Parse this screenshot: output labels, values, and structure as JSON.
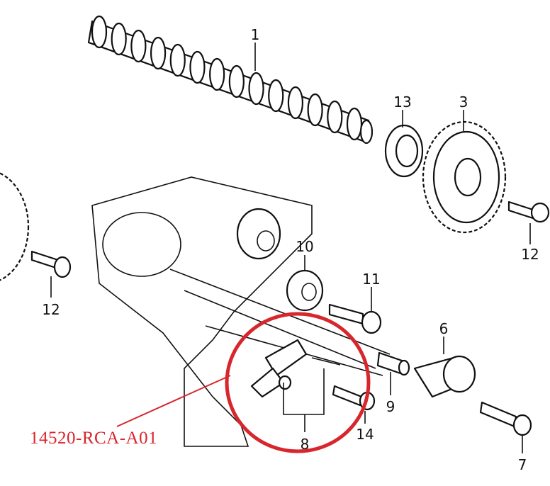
{
  "diagram": {
    "callouts": {
      "c1": "1",
      "c3": "3",
      "c6": "6",
      "c7": "7",
      "c8": "8",
      "c9": "9",
      "c10": "10",
      "c11": "11",
      "c12a": "12",
      "c12b": "12",
      "c13": "13",
      "c14": "14"
    },
    "highlight": {
      "part_number": "14520-RCA-A01",
      "color": "#d8262d"
    }
  }
}
